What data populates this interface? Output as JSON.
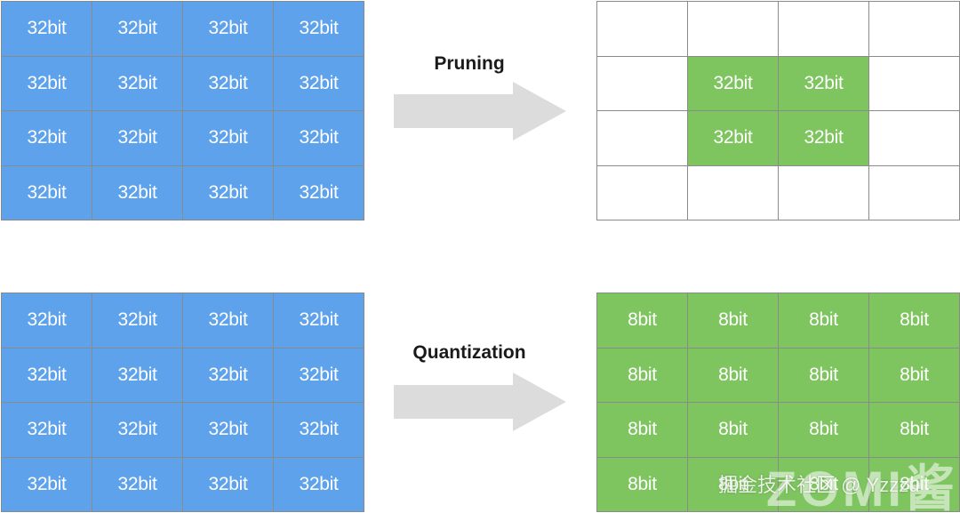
{
  "diagram": {
    "top": {
      "original_grid": {
        "cells": [
          "32bit",
          "32bit",
          "32bit",
          "32bit",
          "32bit",
          "32bit",
          "32bit",
          "32bit",
          "32bit",
          "32bit",
          "32bit",
          "32bit",
          "32bit",
          "32bit",
          "32bit",
          "32bit"
        ]
      },
      "arrow_label": "Pruning",
      "pruned_grid": {
        "cells": [
          "",
          "",
          "",
          "",
          "",
          "32bit",
          "32bit",
          "",
          "",
          "32bit",
          "32bit",
          "",
          "",
          "",
          "",
          ""
        ]
      }
    },
    "bottom": {
      "original_grid": {
        "cells": [
          "32bit",
          "32bit",
          "32bit",
          "32bit",
          "32bit",
          "32bit",
          "32bit",
          "32bit",
          "32bit",
          "32bit",
          "32bit",
          "32bit",
          "32bit",
          "32bit",
          "32bit",
          "32bit"
        ]
      },
      "arrow_label": "Quantization",
      "quantized_grid": {
        "cells": [
          "8bit",
          "8bit",
          "8bit",
          "8bit",
          "8bit",
          "8bit",
          "8bit",
          "8bit",
          "8bit",
          "8bit",
          "8bit",
          "8bit",
          "8bit",
          "8bit",
          "8bit",
          "8bit"
        ]
      }
    },
    "colors": {
      "original": "#5fa2ec",
      "kept": "#7ec45f",
      "empty": "#ffffff",
      "grid_line": "#8a8a8a",
      "arrow": "#dcdcdc"
    },
    "watermark": {
      "logo": "ZOMI酱",
      "text": "掘金技术社区 @ Yzzzu"
    }
  }
}
